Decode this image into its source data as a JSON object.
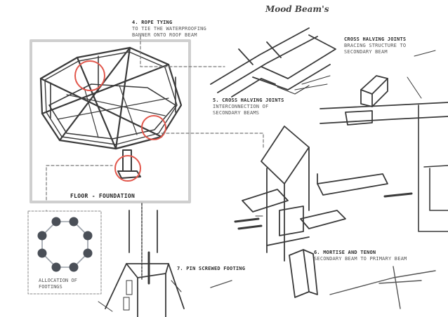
{
  "header_note": "Mood Beam's",
  "labels": {
    "rope_tying": {
      "title": "4. ROPE TYING",
      "line1": "TO TIE THE WATERPROOFING",
      "line2": "BANNER ONTO ROOF BEAM"
    },
    "cross_halving_top": {
      "title": "CROSS HALVING JOINTS",
      "line1": "BRACING STRUCTURE TO",
      "line2": "SECONDARY BEAM"
    },
    "cross_halving_5": {
      "title": "5. CROSS HALVING JOINTS",
      "line1": "INTERCONNECTION OF",
      "line2": "SECONDARY BEAMS"
    },
    "floor_foundation": "FLOOR - FOUNDATION",
    "pin_screwed": "7. PIN SCREWED FOOTING",
    "mortise_tenon": {
      "title": "6. MORTISE AND TENON",
      "line1": "SECONDARY BEAM TO PRIMARY BEAM"
    },
    "allocation": {
      "line1": "ALLOCATION OF",
      "line2": "FOOTINGS"
    }
  },
  "colors": {
    "ink": "#3a3a3a",
    "highlight": "#e2574c",
    "frame": "#cfcfcf",
    "dot": "#4a4f57"
  }
}
